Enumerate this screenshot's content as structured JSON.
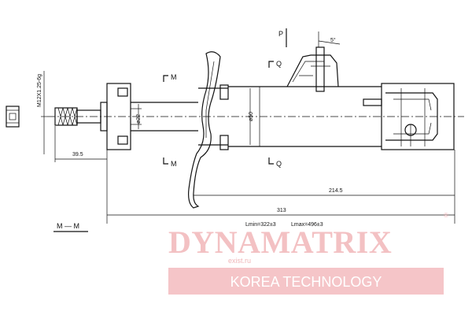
{
  "diagram": {
    "section_labels": {
      "m_top": "M",
      "m_bottom": "M",
      "q_top": "Q",
      "q_bottom": "Q",
      "p": "P",
      "section_mm": "M — M"
    },
    "dimensions": {
      "thread": "M12X1.25-6g",
      "dia_rod": "ø22",
      "dia_body": "ø50",
      "angle": "5°",
      "rod_length": "39.5",
      "lower_length": "214.5",
      "overall_length": "313",
      "lmin": "Lmin=322±3",
      "lmax": "Lmax=496±3"
    }
  },
  "watermark": {
    "brand": "DYNAMATRIX",
    "registered": "®",
    "domain": "exist.ru",
    "tagline": "KOREA TECHNOLOGY",
    "color": "#f3c1c3",
    "band_color": "#f5c5c8"
  }
}
